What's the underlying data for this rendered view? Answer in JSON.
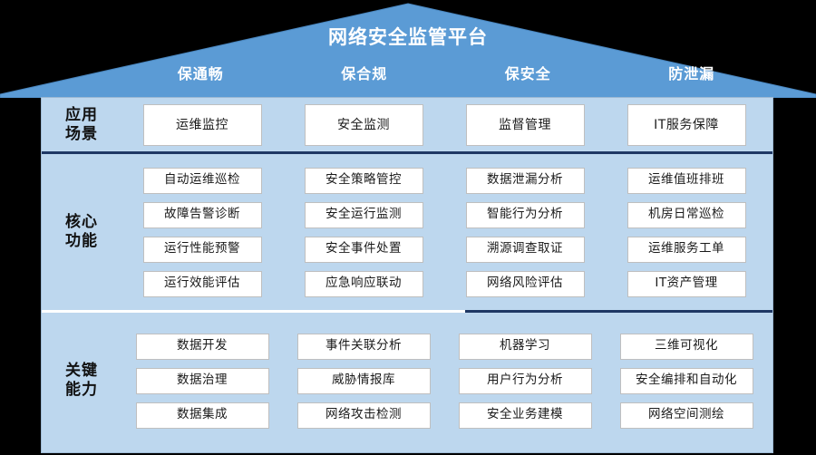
{
  "roof": {
    "title": "网络安全监管平台",
    "pillars": [
      "保通畅",
      "保合规",
      "保安全",
      "防泄漏"
    ],
    "color": "#5B9BD5"
  },
  "colors": {
    "panel_bg": "#BDD7EE",
    "roof_blue": "#5B9BD5",
    "divider": "#1F3864",
    "cell_bg": "#FFFFFF",
    "cell_border": "#BFBFBF",
    "background": "#000000"
  },
  "bands": [
    {
      "label": "应用\n场景",
      "label_line1": "应用",
      "label_line2": "场景",
      "cells": [
        "运维监控",
        "安全监测",
        "监督管理",
        "IT服务保障"
      ]
    },
    {
      "label_line1": "核心",
      "label_line2": "功能",
      "cells": [
        "自动运维巡检",
        "安全策略管控",
        "数据泄漏分析",
        "运维值班排班",
        "故障告警诊断",
        "安全运行监测",
        "智能行为分析",
        "机房日常巡检",
        "运行性能预警",
        "安全事件处置",
        "溯源调查取证",
        "运维服务工单",
        "运行效能评估",
        "应急响应联动",
        "网络风险评估",
        "IT资产管理"
      ]
    },
    {
      "label_line1": "关键",
      "label_line2": "能力",
      "cells": [
        "数据开发",
        "事件关联分析",
        "机器学习",
        "三维可视化",
        "数据治理",
        "威胁情报库",
        "用户行为分析",
        "安全编排和自动化",
        "数据集成",
        "网络攻击检测",
        "安全业务建模",
        "网络空间测绘"
      ]
    }
  ]
}
